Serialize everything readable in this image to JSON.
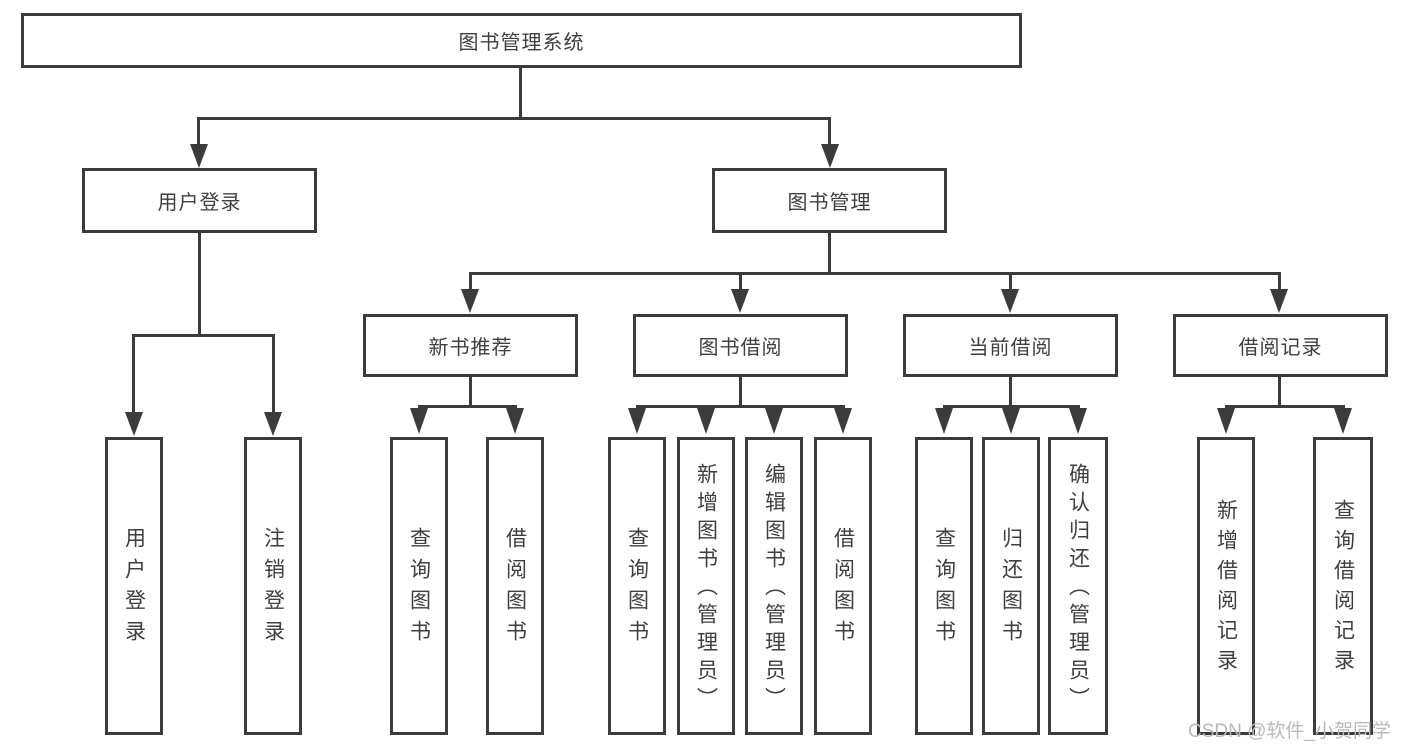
{
  "watermark": {
    "text": "CSDN @软件_小贺同学"
  },
  "colors": {
    "line": "#3b3b3b",
    "box_border": "#3b3b3b",
    "text": "#3f3f3f",
    "background": "#ffffff",
    "watermark": "#b9b9b9"
  },
  "tree": {
    "label": "图书管理系统",
    "children": [
      {
        "label": "用户登录",
        "children": [
          {
            "label": "用户登录"
          },
          {
            "label": "注销登录"
          }
        ]
      },
      {
        "label": "图书管理",
        "children": [
          {
            "label": "新书推荐",
            "children": [
              {
                "label": "查询图书"
              },
              {
                "label": "借阅图书"
              }
            ]
          },
          {
            "label": "图书借阅",
            "children": [
              {
                "label": "查询图书"
              },
              {
                "label": "新增图书（管理员）"
              },
              {
                "label": "编辑图书（管理员）"
              },
              {
                "label": "借阅图书"
              }
            ]
          },
          {
            "label": "当前借阅",
            "children": [
              {
                "label": "查询图书"
              },
              {
                "label": "归还图书"
              },
              {
                "label": "确认归还（管理员）"
              }
            ]
          },
          {
            "label": "借阅记录",
            "children": [
              {
                "label": "新增借阅记录"
              },
              {
                "label": "查询借阅记录"
              }
            ]
          }
        ]
      }
    ]
  }
}
